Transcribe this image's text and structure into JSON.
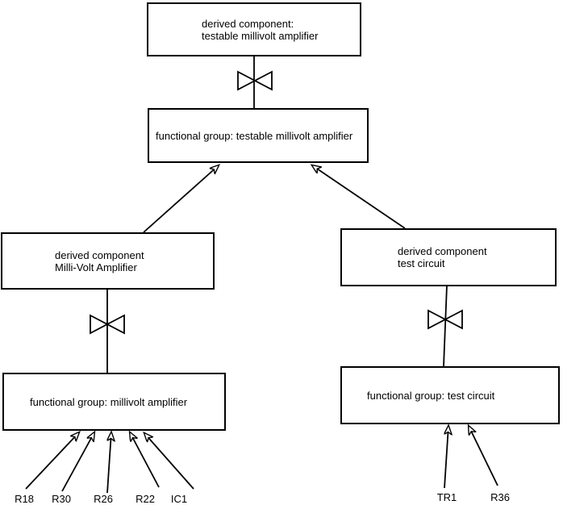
{
  "diagram": {
    "nodes": {
      "derived_testable": {
        "line1": "derived component:",
        "line2": "testable millivolt amplifier"
      },
      "functional_testable": {
        "label": "functional group: testable millivolt amplifier"
      },
      "derived_millivolt": {
        "line1": "derived component",
        "line2": "Milli-Volt Amplifier"
      },
      "derived_test_circuit": {
        "line1": "derived component",
        "line2": "test circuit"
      },
      "functional_millivolt": {
        "label": "functional group: millivolt amplifier"
      },
      "functional_test_circuit": {
        "label": "functional group: test circuit"
      }
    },
    "leaves": {
      "left": [
        "R18",
        "R30",
        "R26",
        "R22",
        "IC1"
      ],
      "right": [
        "TR1",
        "R36"
      ]
    },
    "colors": {
      "line": "#000000",
      "text": "#000000",
      "background": "#ffffff"
    }
  }
}
